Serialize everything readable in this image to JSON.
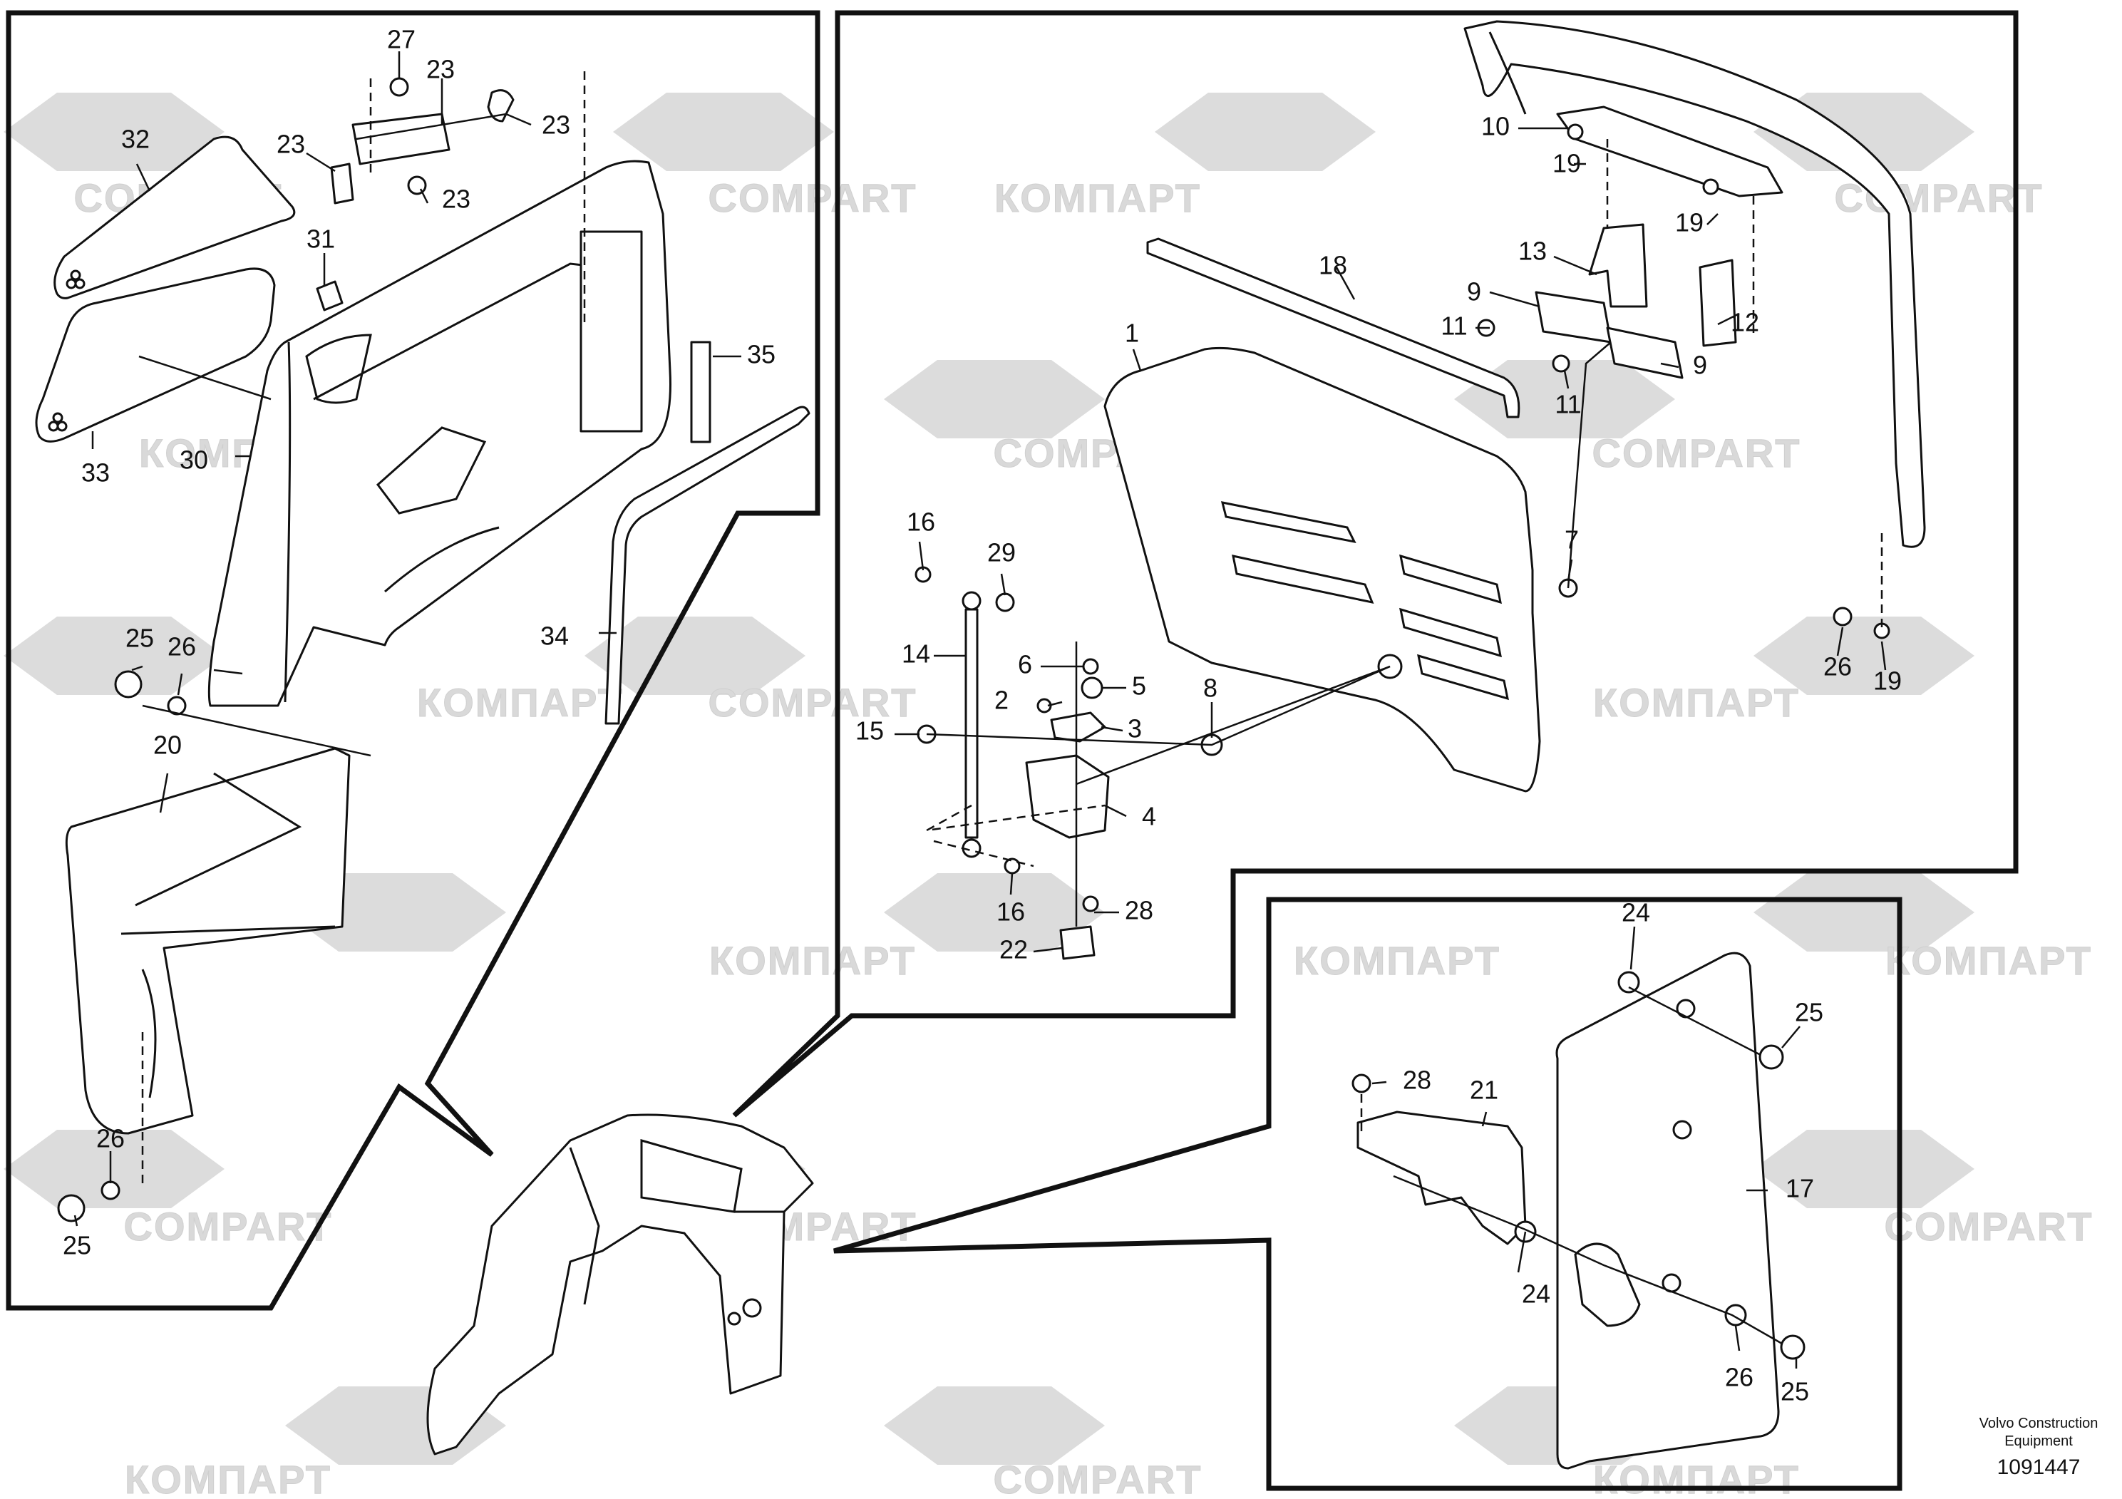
{
  "watermark": {
    "latin": "COMPART",
    "cyrillic": "КОМПАРТ",
    "color": "#d9d9d9"
  },
  "callouts": {
    "left_panel": [
      "27",
      "23",
      "23",
      "23",
      "23",
      "32",
      "31",
      "35",
      "30",
      "33",
      "34",
      "25",
      "26",
      "20",
      "26",
      "25"
    ],
    "top_right_panel": [
      "10",
      "19",
      "19",
      "18",
      "13",
      "9",
      "12",
      "11",
      "9",
      "11",
      "1",
      "16",
      "29",
      "7",
      "14",
      "6",
      "5",
      "2",
      "3",
      "8",
      "15",
      "4",
      "16",
      "28",
      "22",
      "26",
      "19"
    ],
    "bottom_right_panel": [
      "24",
      "25",
      "28",
      "21",
      "17",
      "24",
      "26",
      "25"
    ]
  },
  "footer": {
    "company_line1": "Volvo Construction",
    "company_line2": "Equipment",
    "drawing_number": "1091447"
  }
}
